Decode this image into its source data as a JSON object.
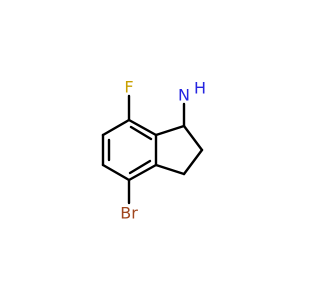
{
  "molecule": {
    "atoms": {
      "fluorine": {
        "symbol": "F",
        "color": "#c8a000"
      },
      "nitrogen": {
        "symbol": "N",
        "color": "#2525e0"
      },
      "hydrogen": {
        "symbol": "H",
        "color": "#2525e0"
      },
      "bromine": {
        "symbol": "Br",
        "color": "#a0461e"
      }
    },
    "bond_color": "#000000"
  }
}
